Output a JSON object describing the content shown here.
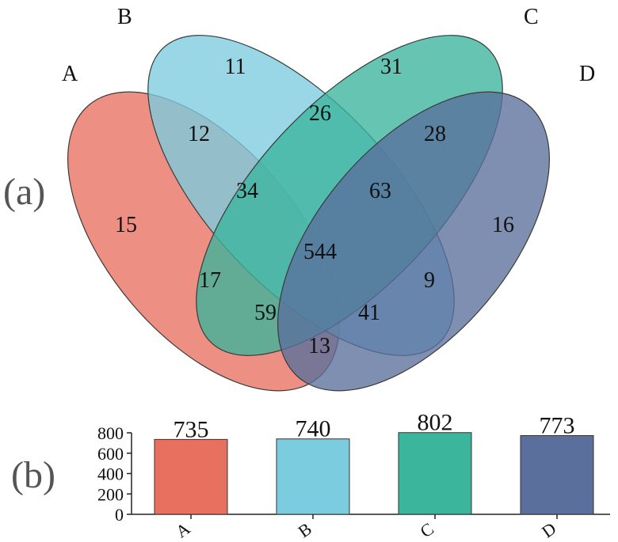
{
  "panel_a_label": "(a)",
  "panel_b_label": "(b)",
  "chart_data": [
    {
      "type": "venn",
      "sets": [
        {
          "name": "A",
          "color": "#E8705F"
        },
        {
          "name": "B",
          "color": "#7CCCE0"
        },
        {
          "name": "C",
          "color": "#3BB59C"
        },
        {
          "name": "D",
          "color": "#5A6F9C"
        }
      ],
      "regions": [
        {
          "sets": "A",
          "value": "15"
        },
        {
          "sets": "B",
          "value": "11"
        },
        {
          "sets": "C",
          "value": "31"
        },
        {
          "sets": "D",
          "value": "16"
        },
        {
          "sets": "AB",
          "value": "12"
        },
        {
          "sets": "BC",
          "value": "26"
        },
        {
          "sets": "CD",
          "value": "28"
        },
        {
          "sets": "ABC",
          "value": "34"
        },
        {
          "sets": "BCD",
          "value": "63"
        },
        {
          "sets": "ABCD",
          "value": "544"
        },
        {
          "sets": "AC",
          "value": "17"
        },
        {
          "sets": "BD",
          "value": "9"
        },
        {
          "sets": "ACD",
          "value": "59"
        },
        {
          "sets": "ABD",
          "value": "41"
        },
        {
          "sets": "AD",
          "value": "13"
        }
      ]
    },
    {
      "type": "bar",
      "categories": [
        "A",
        "B",
        "C",
        "D"
      ],
      "values": [
        735,
        740,
        802,
        773
      ],
      "value_labels": [
        "735",
        "740",
        "802",
        "773"
      ],
      "colors": [
        "#E8705F",
        "#7CCCE0",
        "#3BB59C",
        "#5A6F9C"
      ],
      "ylim": [
        0,
        800
      ],
      "yticks": [
        "0",
        "200",
        "400",
        "600",
        "800"
      ],
      "ytick_values": [
        0,
        200,
        400,
        600,
        800
      ]
    }
  ]
}
